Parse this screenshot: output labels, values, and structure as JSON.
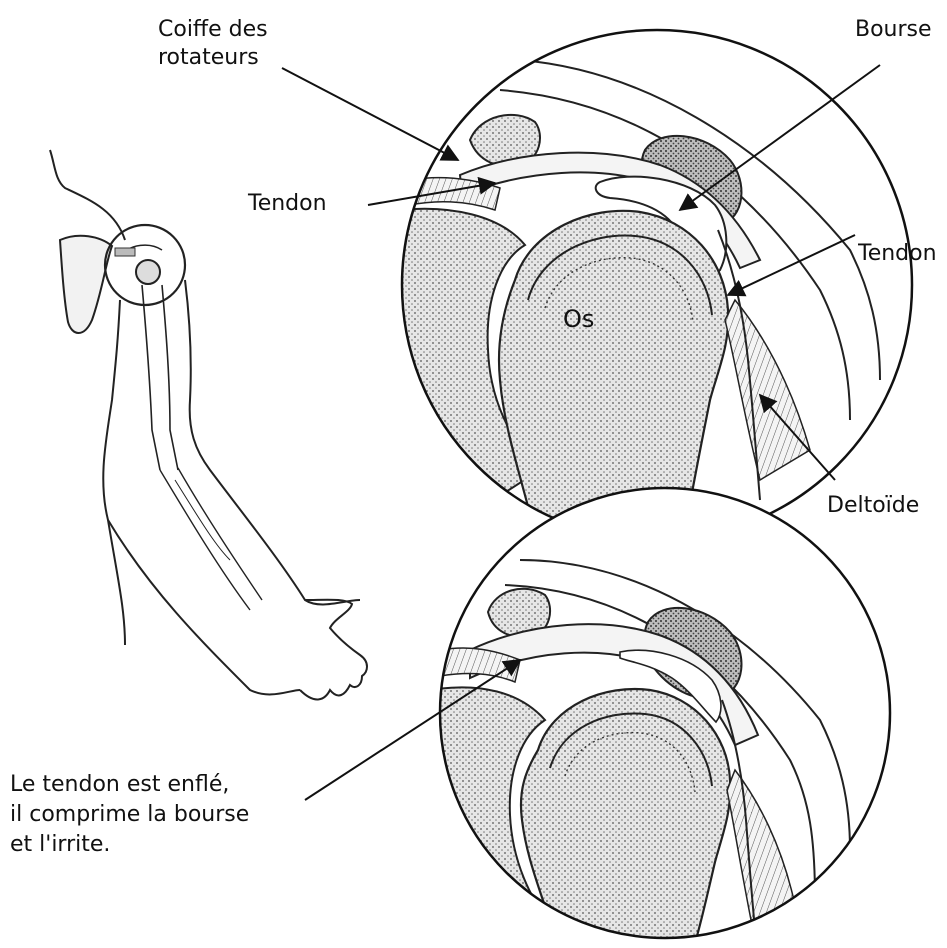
{
  "labels": {
    "rotator_cuff": [
      "Coiffe des",
      "rotateurs"
    ],
    "bursa": "Bourse",
    "tendon_left": "Tendon",
    "tendon_right": "Tendon",
    "bone": "Os",
    "deltoid": "Deltoïde",
    "caption": [
      "Le tendon est enflé,",
      "il comprime la bourse",
      "et l'irrite."
    ]
  },
  "colors": {
    "ink": "#111111",
    "bone_fill": "#cfcfcf",
    "bone_light": "#ececec",
    "background": "#ffffff"
  }
}
